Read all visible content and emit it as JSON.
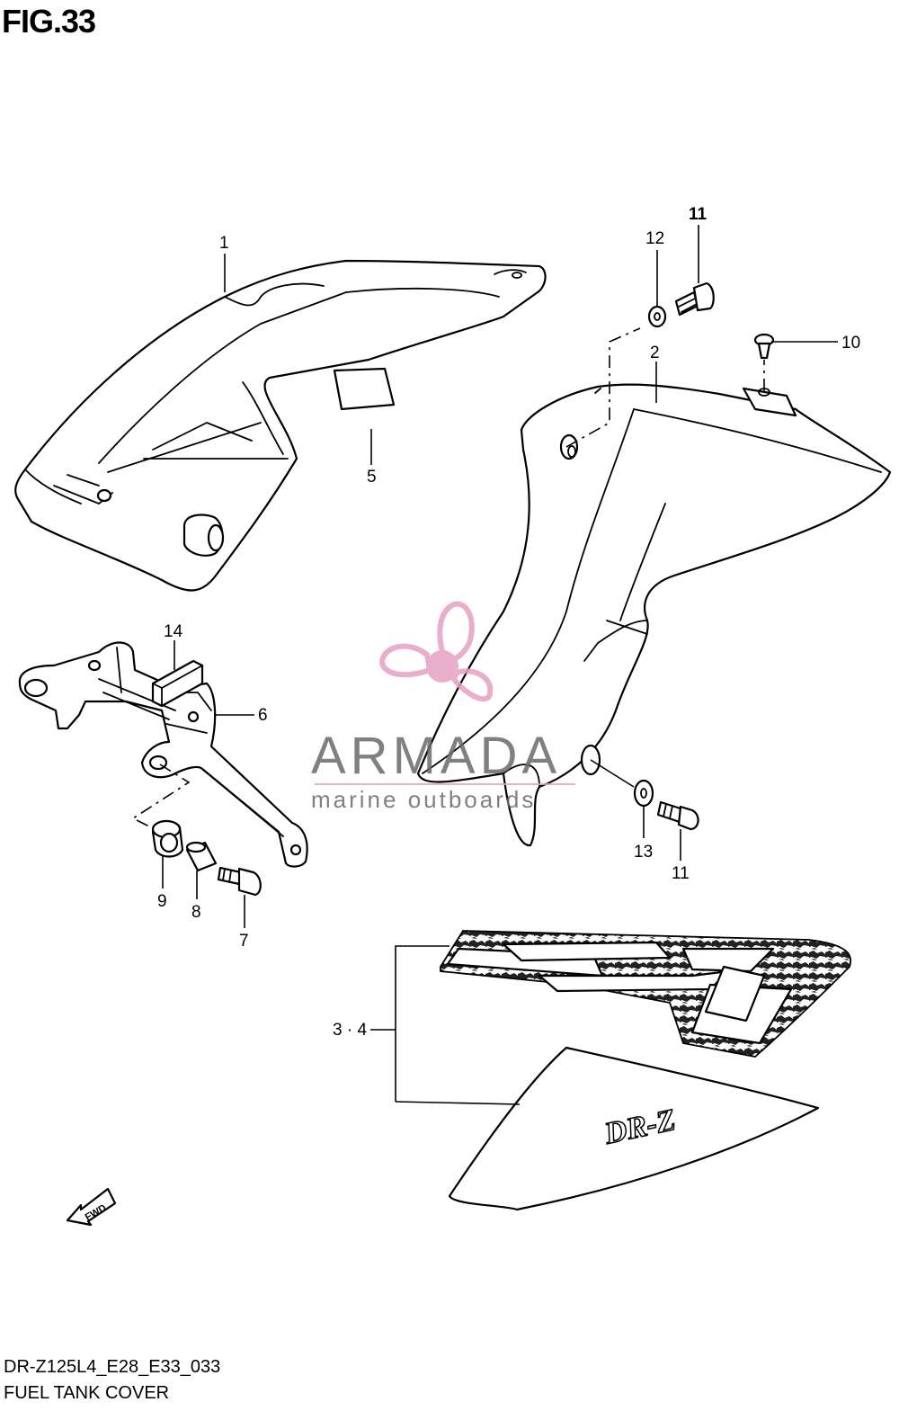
{
  "figure": {
    "title": "FIG.33",
    "model_code": "DR-Z125L4_E28_E33_033",
    "caption": "FUEL TANK COVER"
  },
  "callouts": {
    "p1": "1",
    "p2": "2",
    "p34": "3 · 4",
    "p5": "5",
    "p6": "6",
    "p7": "7",
    "p8": "8",
    "p9": "9",
    "p10": "10",
    "p11_top": "11",
    "p11_bottom": "11",
    "p12": "12",
    "p13": "13",
    "p14": "14"
  },
  "fwd_label": "FWD",
  "decal_text": "DR-Z",
  "watermark": {
    "brand": "ARMADA",
    "tagline": "marine outboards",
    "brand_color": "#6b6b6b",
    "accent_color": "#e6a0c4"
  }
}
